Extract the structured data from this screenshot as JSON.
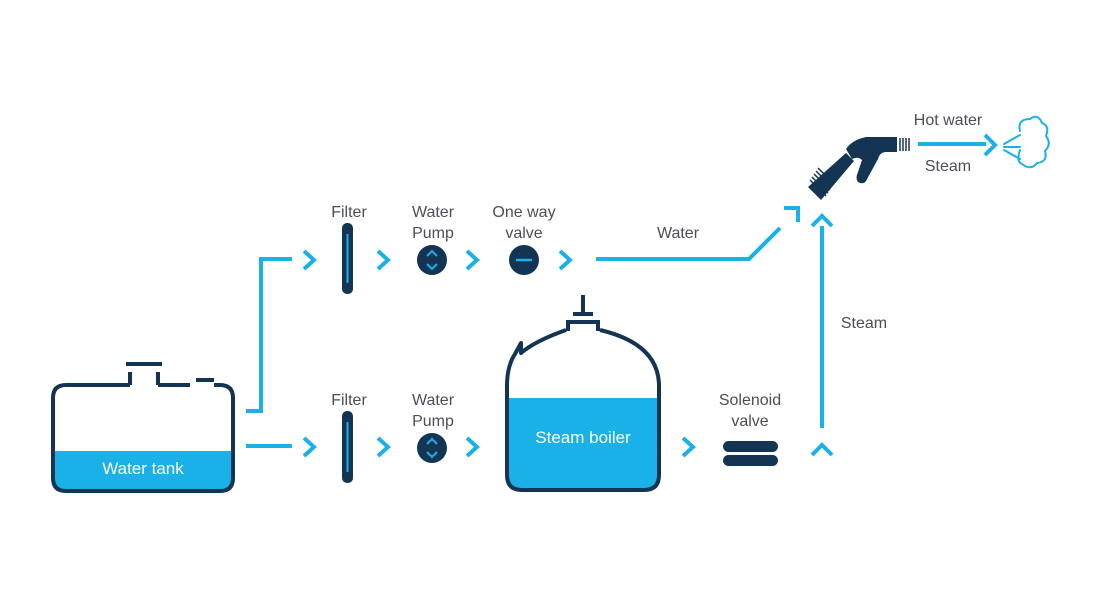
{
  "colors": {
    "dark": "#133553",
    "blue": "#1ab0e8",
    "text": "#4a4f57",
    "white": "#ffffff"
  },
  "labels": {
    "water_tank": "Water tank",
    "filter_top": "Filter",
    "pump_top_1": "Water",
    "pump_top_2": "Pump",
    "oneway_1": "One way",
    "oneway_2": "valve",
    "water": "Water",
    "filter_bottom": "Filter",
    "pump_bottom_1": "Water",
    "pump_bottom_2": "Pump",
    "steam_boiler": "Steam boiler",
    "solenoid_1": "Solenoid",
    "solenoid_2": "valve",
    "steam_vertical": "Steam",
    "hot_water": "Hot water",
    "steam_out": "Steam"
  },
  "icons": {
    "tank": "water-tank-icon",
    "filter": "filter-icon",
    "pump": "water-pump-icon",
    "oneway": "one-way-valve-icon",
    "boiler": "steam-boiler-icon",
    "solenoid": "solenoid-valve-icon",
    "nozzle": "spray-nozzle-icon",
    "cloud": "steam-cloud-icon"
  }
}
